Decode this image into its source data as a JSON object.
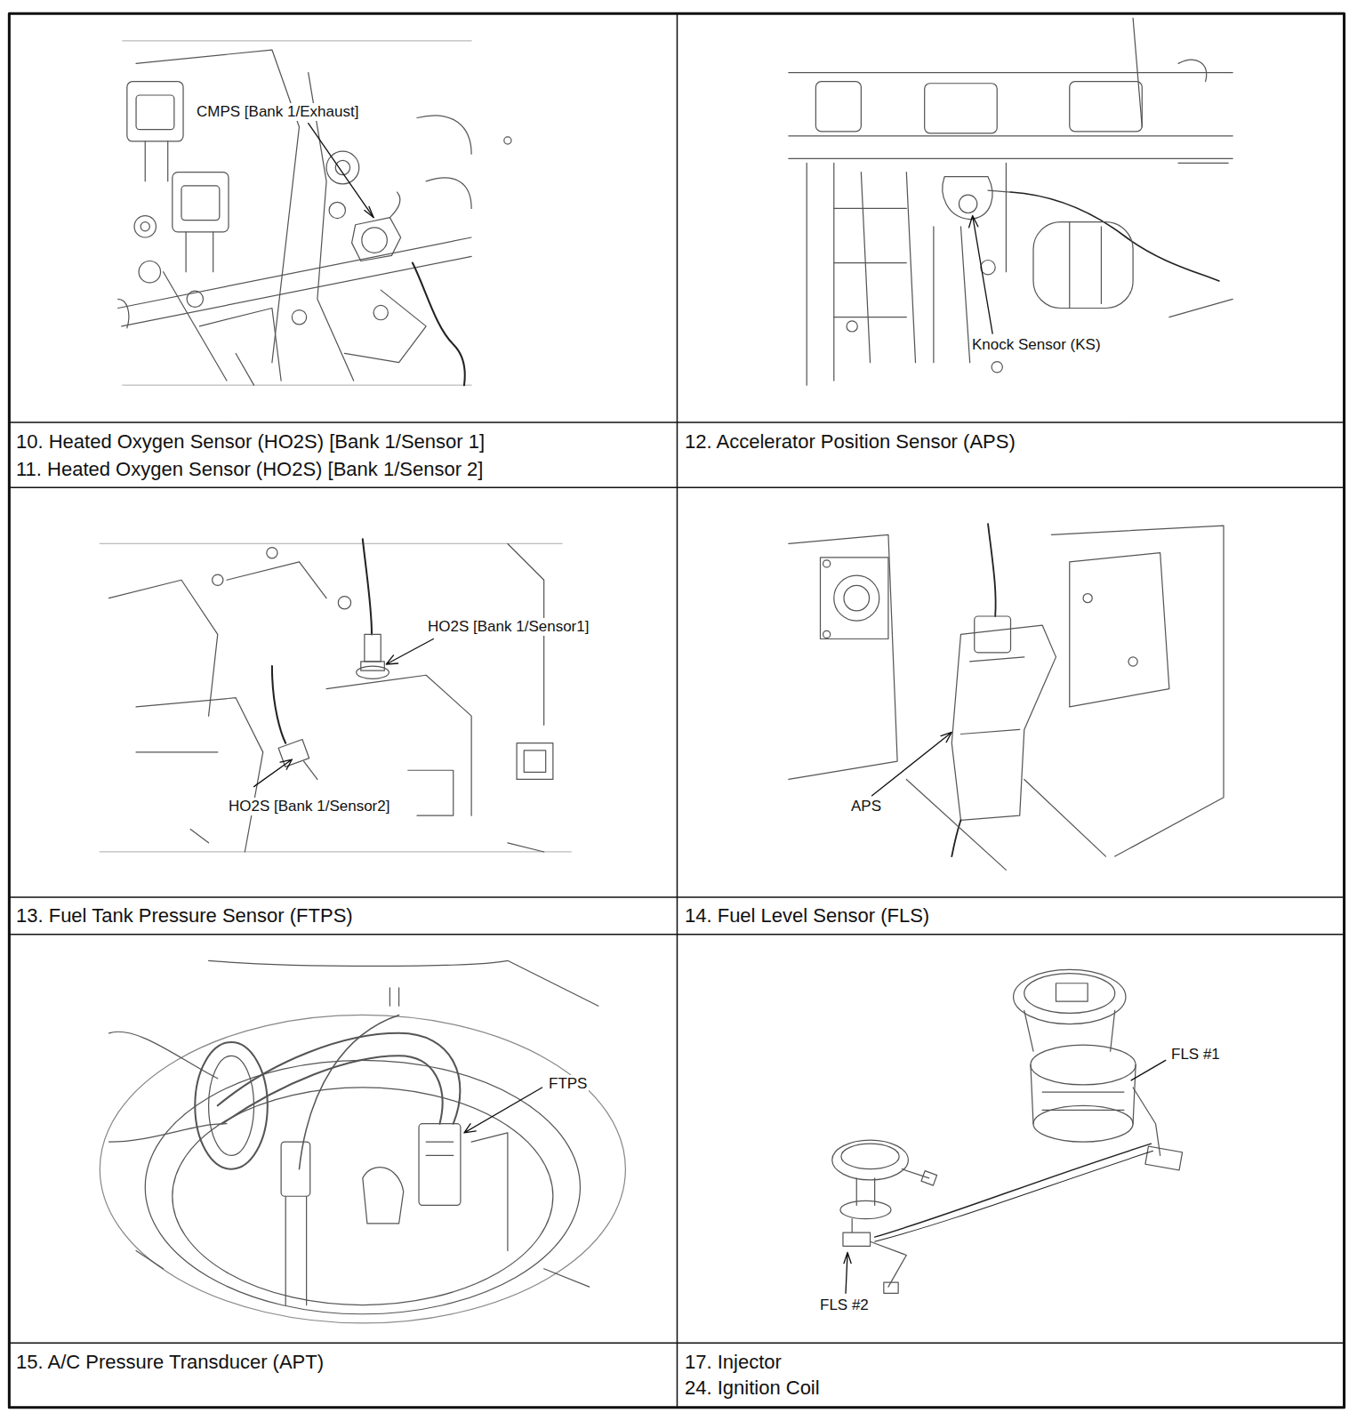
{
  "diagram": {
    "labels": [
      "CMPS [Bank 1/Exhaust]",
      "Knock Sensor (KS)",
      "10. Heated Oxygen Sensor (HO2S) [Bank 1/Sensor 1]",
      "11. Heated Oxygen Sensor (HO2S) [Bank 1/Sensor 2]",
      "12. Accelerator Position Sensor (APS)",
      "HO2S [Bank 1/Sensor1]",
      "HO2S [Bank 1/Sensor2]",
      "APS",
      "13. Fuel Tank Pressure Sensor (FTPS)",
      "14. Fuel Level Sensor (FLS)",
      "FTPS",
      "FLS #1",
      "FLS #2",
      "15. A/C Pressure Transducer (APT)",
      "17. Injector",
      "24. Ignition Coil"
    ]
  }
}
